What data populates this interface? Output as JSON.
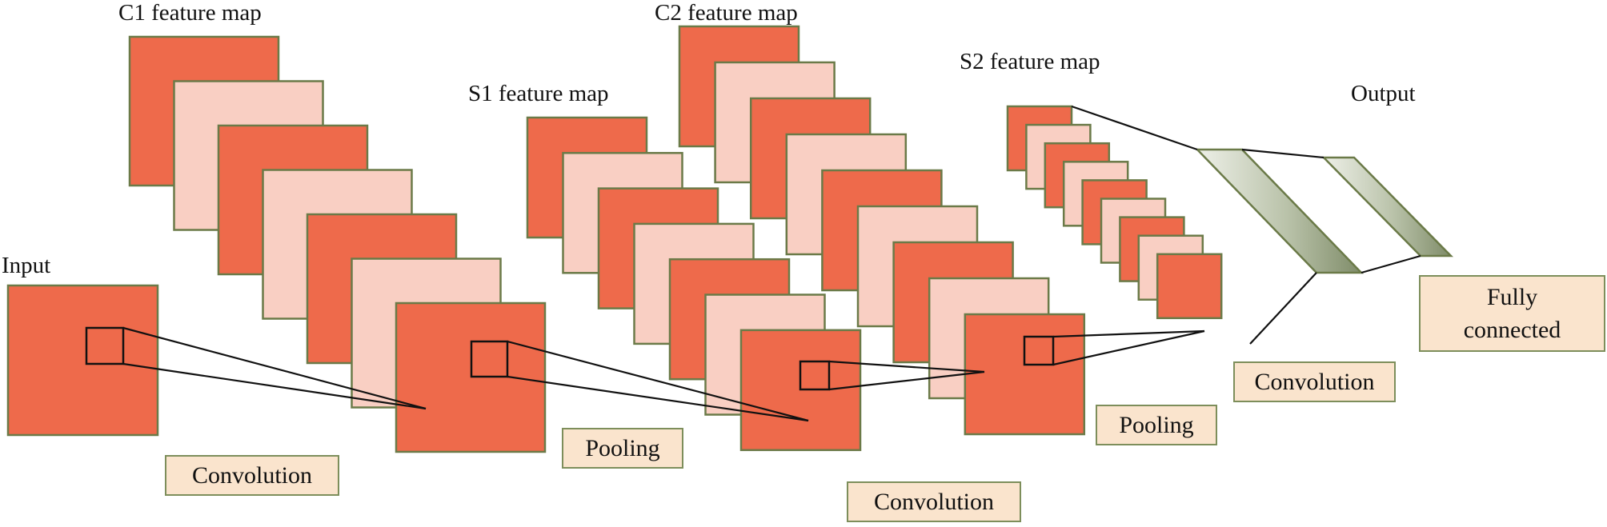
{
  "headings": {
    "input": "Input",
    "c1": "C1 feature map",
    "s1": "S1 feature map",
    "c2": "C2 feature map",
    "s2": "S2 feature map",
    "output": "Output"
  },
  "operations": {
    "conv1": "Convolution",
    "pool1": "Pooling",
    "conv2": "Convolution",
    "pool2": "Pooling",
    "conv3": "Convolution",
    "fully_connected": "Fully\nconnected"
  },
  "colors": {
    "dark_map": "#ee6a4b",
    "light_map": "#f9cfc3",
    "map_border": "#6b7a48",
    "label_fill": "#fae4cd",
    "fc_layer_light": "#e9ece2",
    "fc_layer_dark": "#8f9c7b"
  }
}
